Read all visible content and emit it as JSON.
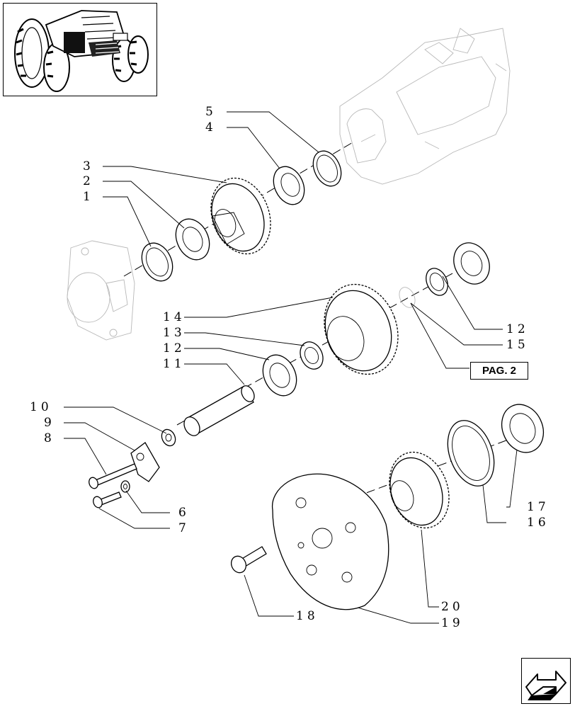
{
  "callouts": [
    {
      "id": "5",
      "label": "5"
    },
    {
      "id": "4",
      "label": "4"
    },
    {
      "id": "3",
      "label": "3"
    },
    {
      "id": "2",
      "label": "2"
    },
    {
      "id": "1",
      "label": "1"
    },
    {
      "id": "14",
      "label": "14"
    },
    {
      "id": "13",
      "label": "13"
    },
    {
      "id": "12a",
      "label": "12"
    },
    {
      "id": "11",
      "label": "11"
    },
    {
      "id": "10",
      "label": "10"
    },
    {
      "id": "9",
      "label": "9"
    },
    {
      "id": "8",
      "label": "8"
    },
    {
      "id": "6",
      "label": "6"
    },
    {
      "id": "7",
      "label": "7"
    },
    {
      "id": "12b",
      "label": "12"
    },
    {
      "id": "15",
      "label": "15"
    },
    {
      "id": "17",
      "label": "17"
    },
    {
      "id": "16",
      "label": "16"
    },
    {
      "id": "18",
      "label": "18"
    },
    {
      "id": "20",
      "label": "20"
    },
    {
      "id": "19",
      "label": "19"
    }
  ],
  "page_ref": {
    "label": "PAG. 2"
  },
  "icons": {
    "thumbnail": "tractor-thumbnail-icon",
    "nav": "next-page-arrow-icon"
  }
}
